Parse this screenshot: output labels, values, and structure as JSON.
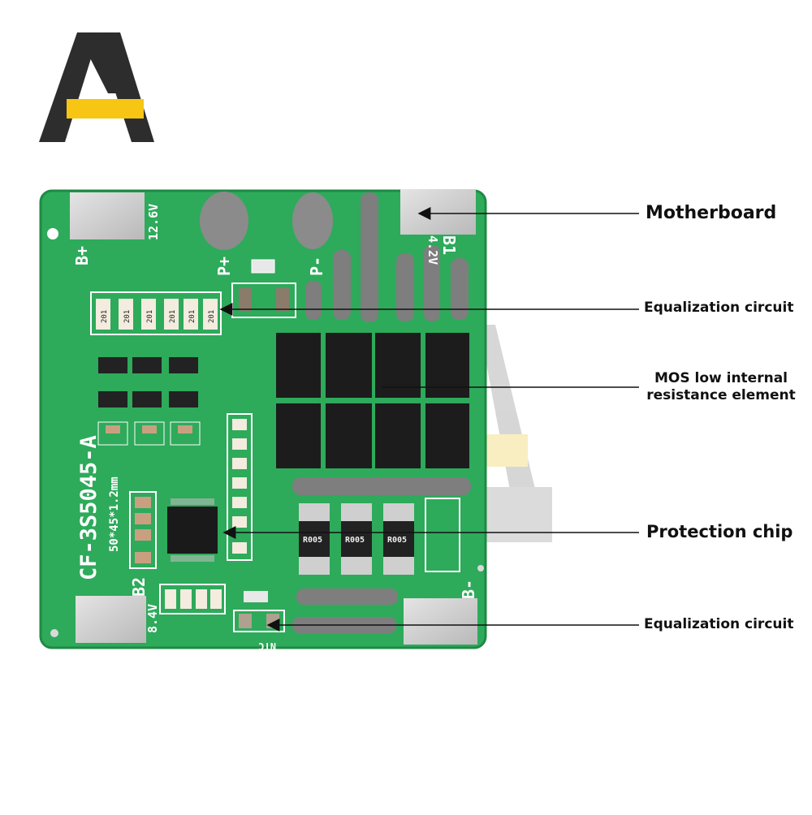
{
  "logo": {
    "name": "brand-logo"
  },
  "board": {
    "model": "CF-3S5045-A",
    "size": "50*45*1.2mm",
    "labels": {
      "b_plus": "B+",
      "v_top": "12.6V",
      "p_plus": "P+",
      "p_minus": "P-",
      "b1": "B1",
      "v_b1": "4.2V",
      "b2": "B2",
      "v_b2": "8.4V",
      "b_minus": "B-",
      "ntc": "NTC"
    },
    "resistor_code": "201",
    "mosfet_code": "R005"
  },
  "callouts": {
    "motherboard": "Motherboard",
    "equalization_top": "Equalization circuit",
    "mos_line1": "MOS low internal",
    "mos_line2": "resistance element",
    "protection_chip": "Protection chip",
    "equalization_bottom": "Equalization circuit"
  },
  "colors": {
    "pcb": "#2eaa5b",
    "pcb_dark": "#1f8a44",
    "pad": "#cfcfcf",
    "logo_dark": "#2d2d2d",
    "logo_yellow": "#f7c514",
    "silkscreen": "#ffffff"
  }
}
